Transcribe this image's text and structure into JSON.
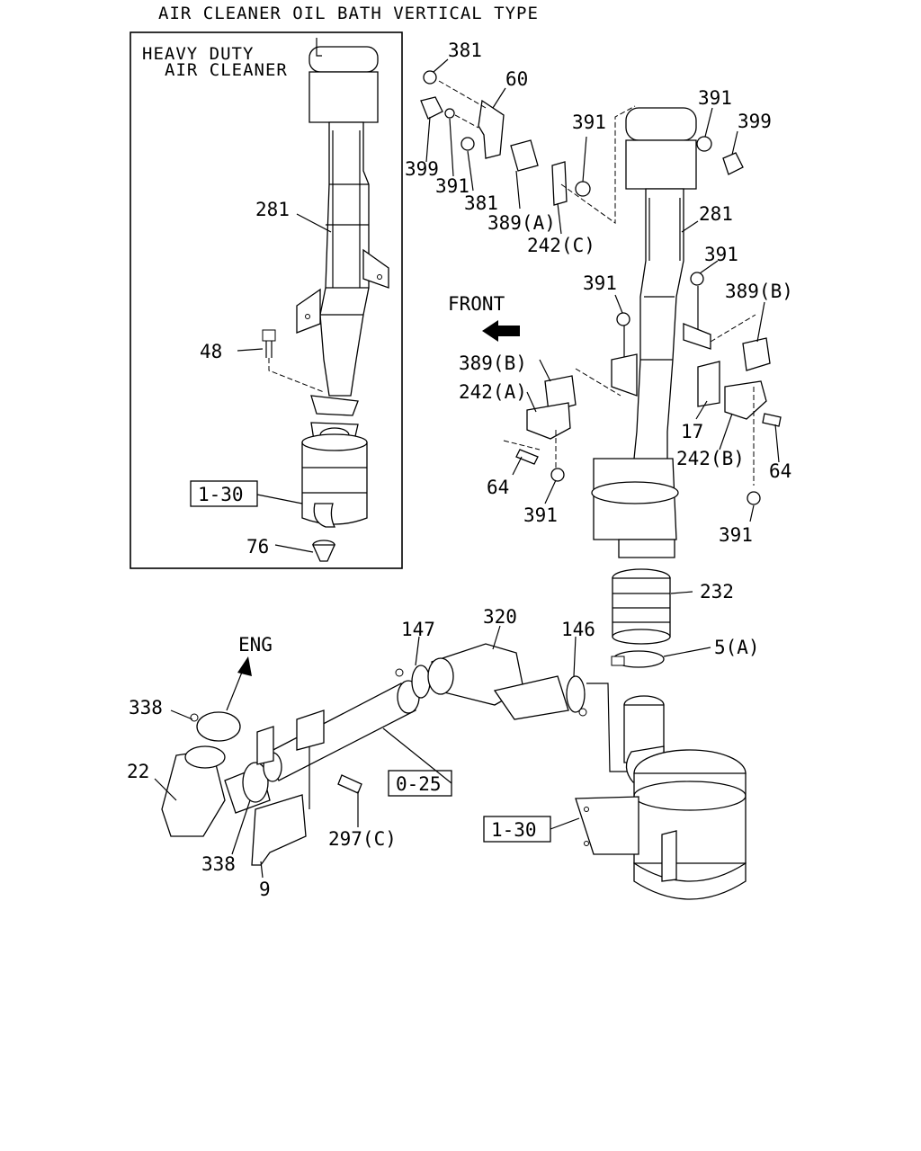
{
  "title": "AIR CLEANER OIL BATH VERTICAL TYPE",
  "inset": {
    "title_line1": "HEAVY DUTY",
    "title_line2": "AIR CLEANER"
  },
  "front_label": "FRONT",
  "eng_label": "ENG",
  "callouts": {
    "c381a": "381",
    "c60": "60",
    "c399a": "399",
    "c391a": "391",
    "c381b": "381",
    "c389a": "389(A)",
    "c242c": "242(C)",
    "c391b": "391",
    "c391c": "391",
    "c399b": "399",
    "c281a": "281",
    "c281b": "281",
    "c391d": "391",
    "c391e": "391",
    "c389b1": "389(B)",
    "c389b2": "389(B)",
    "c242a": "242(A)",
    "c17": "17",
    "c242b": "242(B)",
    "c64a": "64",
    "c64b": "64",
    "c391f": "391",
    "c391g": "391",
    "c48": "48",
    "c76": "76",
    "c232": "232",
    "c5a": "5(A)",
    "c147": "147",
    "c320": "320",
    "c146": "146",
    "c338a": "338",
    "c338b": "338",
    "c22": "22",
    "c297c": "297(C)",
    "c9": "9"
  },
  "boxed_refs": {
    "b130a": "1-30",
    "b130b": "1-30",
    "b025": "0-25"
  }
}
